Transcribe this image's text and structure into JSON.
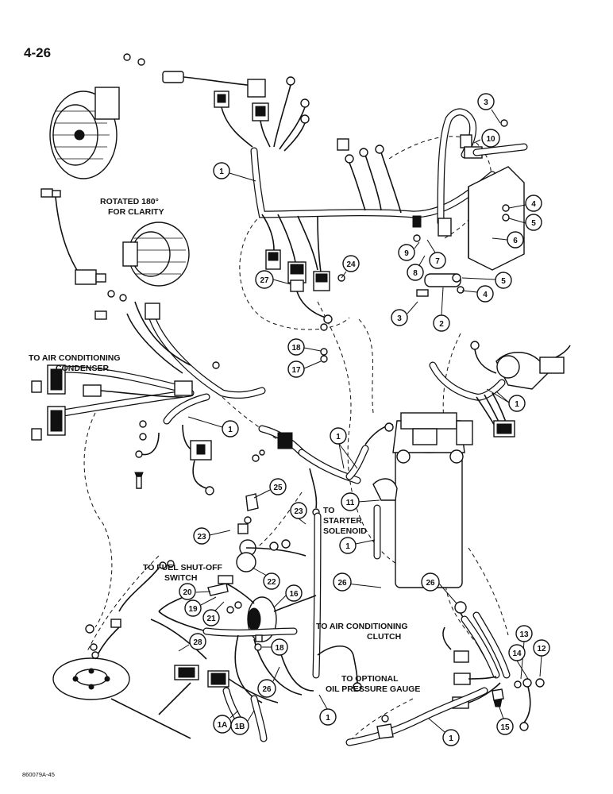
{
  "page_number": "4-26",
  "figure_code": "860079A-45",
  "notes": {
    "rotated": [
      "ROTATED 180°",
      "FOR CLARITY"
    ],
    "ac_condenser": [
      "TO AIR CONDITIONING",
      "CONDENSER"
    ],
    "starter": [
      "TO",
      "STARTER",
      "SOLENOID"
    ],
    "fuel_switch": [
      "TO FUEL SHUT-OFF",
      "SWITCH"
    ],
    "ac_clutch": [
      "TO AIR CONDITIONING",
      "CLUTCH"
    ],
    "oil_gauge": [
      "TO OPTIONAL",
      "OIL PRESSURE GAUGE"
    ]
  },
  "callouts": {
    "c1": "1",
    "c2": "2",
    "c3": "3",
    "c4": "4",
    "c5": "5",
    "c6": "6",
    "c7": "7",
    "c8": "8",
    "c9": "9",
    "c10": "10",
    "c11": "11",
    "c12": "12",
    "c13": "13",
    "c14": "14",
    "c15": "15",
    "c16": "16",
    "c17": "17",
    "c18": "18",
    "c19": "19",
    "c20": "20",
    "c21": "21",
    "c22": "22",
    "c23": "23",
    "c24": "24",
    "c25": "25",
    "c26": "26",
    "c27": "27",
    "c28": "28",
    "c1a": "1A",
    "c1b": "1B"
  }
}
